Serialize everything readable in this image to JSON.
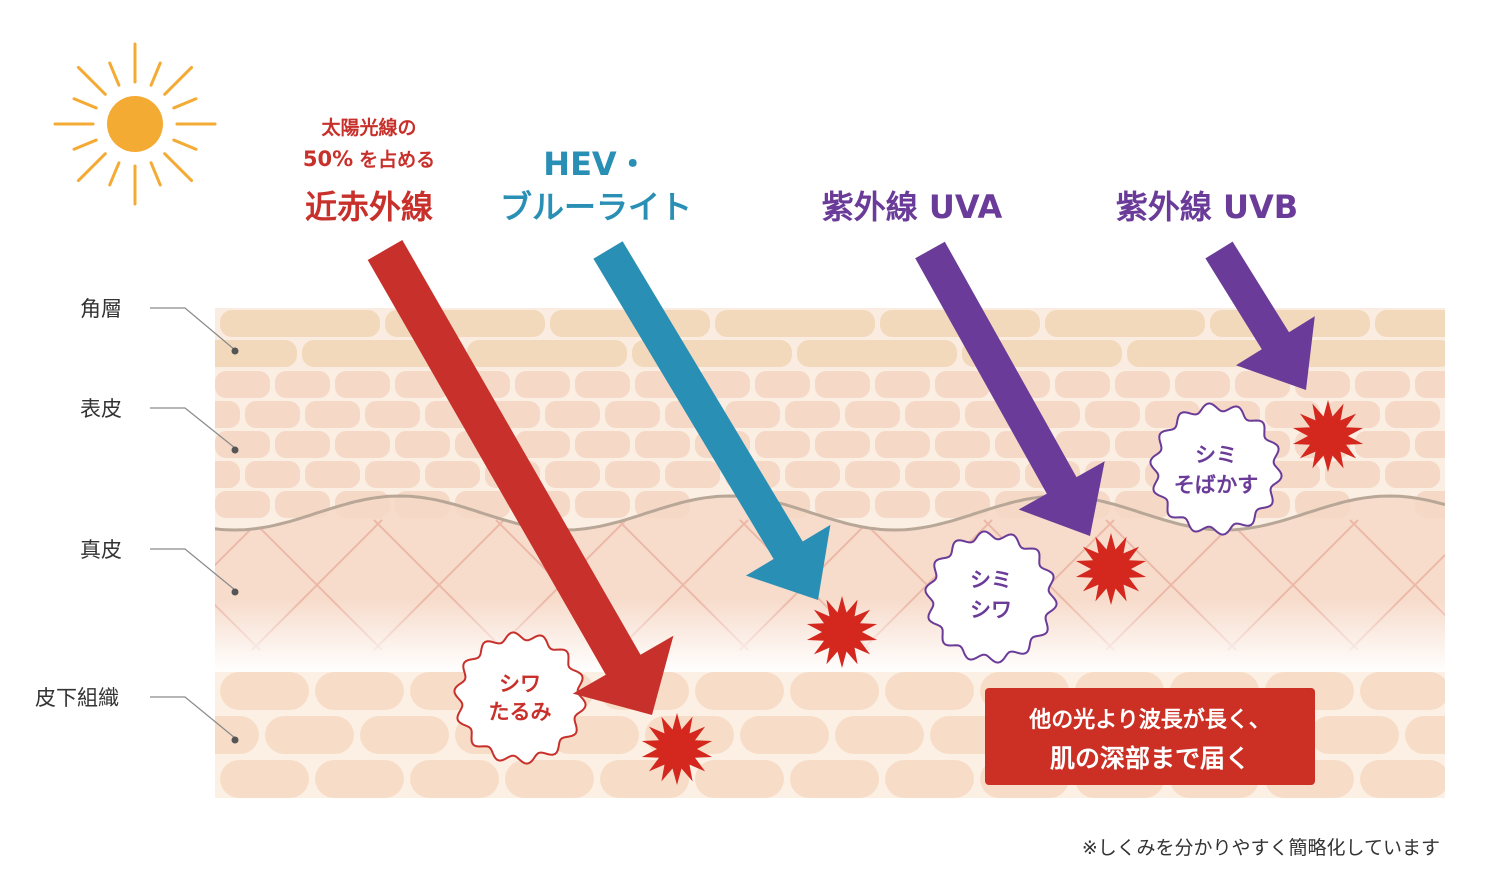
{
  "layers": [
    {
      "name": "角層"
    },
    {
      "name": "表皮"
    },
    {
      "name": "真皮"
    },
    {
      "name": "皮下組織"
    }
  ],
  "rays": {
    "near_infrared": {
      "line1": "太陽光線の",
      "line2_pct": "50%",
      "line2_rest": "を占める",
      "name": "近赤外線",
      "color": "#c8302b"
    },
    "hev": {
      "line1": "HEV・",
      "line2": "ブルーライト",
      "color": "#2a8fb5"
    },
    "uva": {
      "name": "紫外線 UVA",
      "color": "#6a3b98"
    },
    "uvb": {
      "name": "紫外線 UVB",
      "color": "#6a3b98"
    }
  },
  "effects": {
    "nir": {
      "line1": "シワ",
      "line2": "たるみ",
      "color": "#c8302b"
    },
    "uva": {
      "line1": "シミ",
      "line2": "シワ",
      "color": "#6a3b98"
    },
    "uvb": {
      "line1": "シミ",
      "line2": "そばかす",
      "color": "#6a3b98"
    }
  },
  "callout": {
    "line1": "他の光より波長が長く、",
    "line2": "肌の深部まで届く",
    "color": "#cc2f23"
  },
  "footnote": "※しくみを分かりやすく簡略化しています",
  "colors": {
    "sun": "#f3ab34",
    "burst": "#d4281e",
    "stratum_corneum": "#f3d9bb",
    "epidermis_cell": "#f5d8c6",
    "dermis": "#f7dccc",
    "subcutis_cell": "#f7ddc7",
    "wave_line": "#b8a797"
  }
}
